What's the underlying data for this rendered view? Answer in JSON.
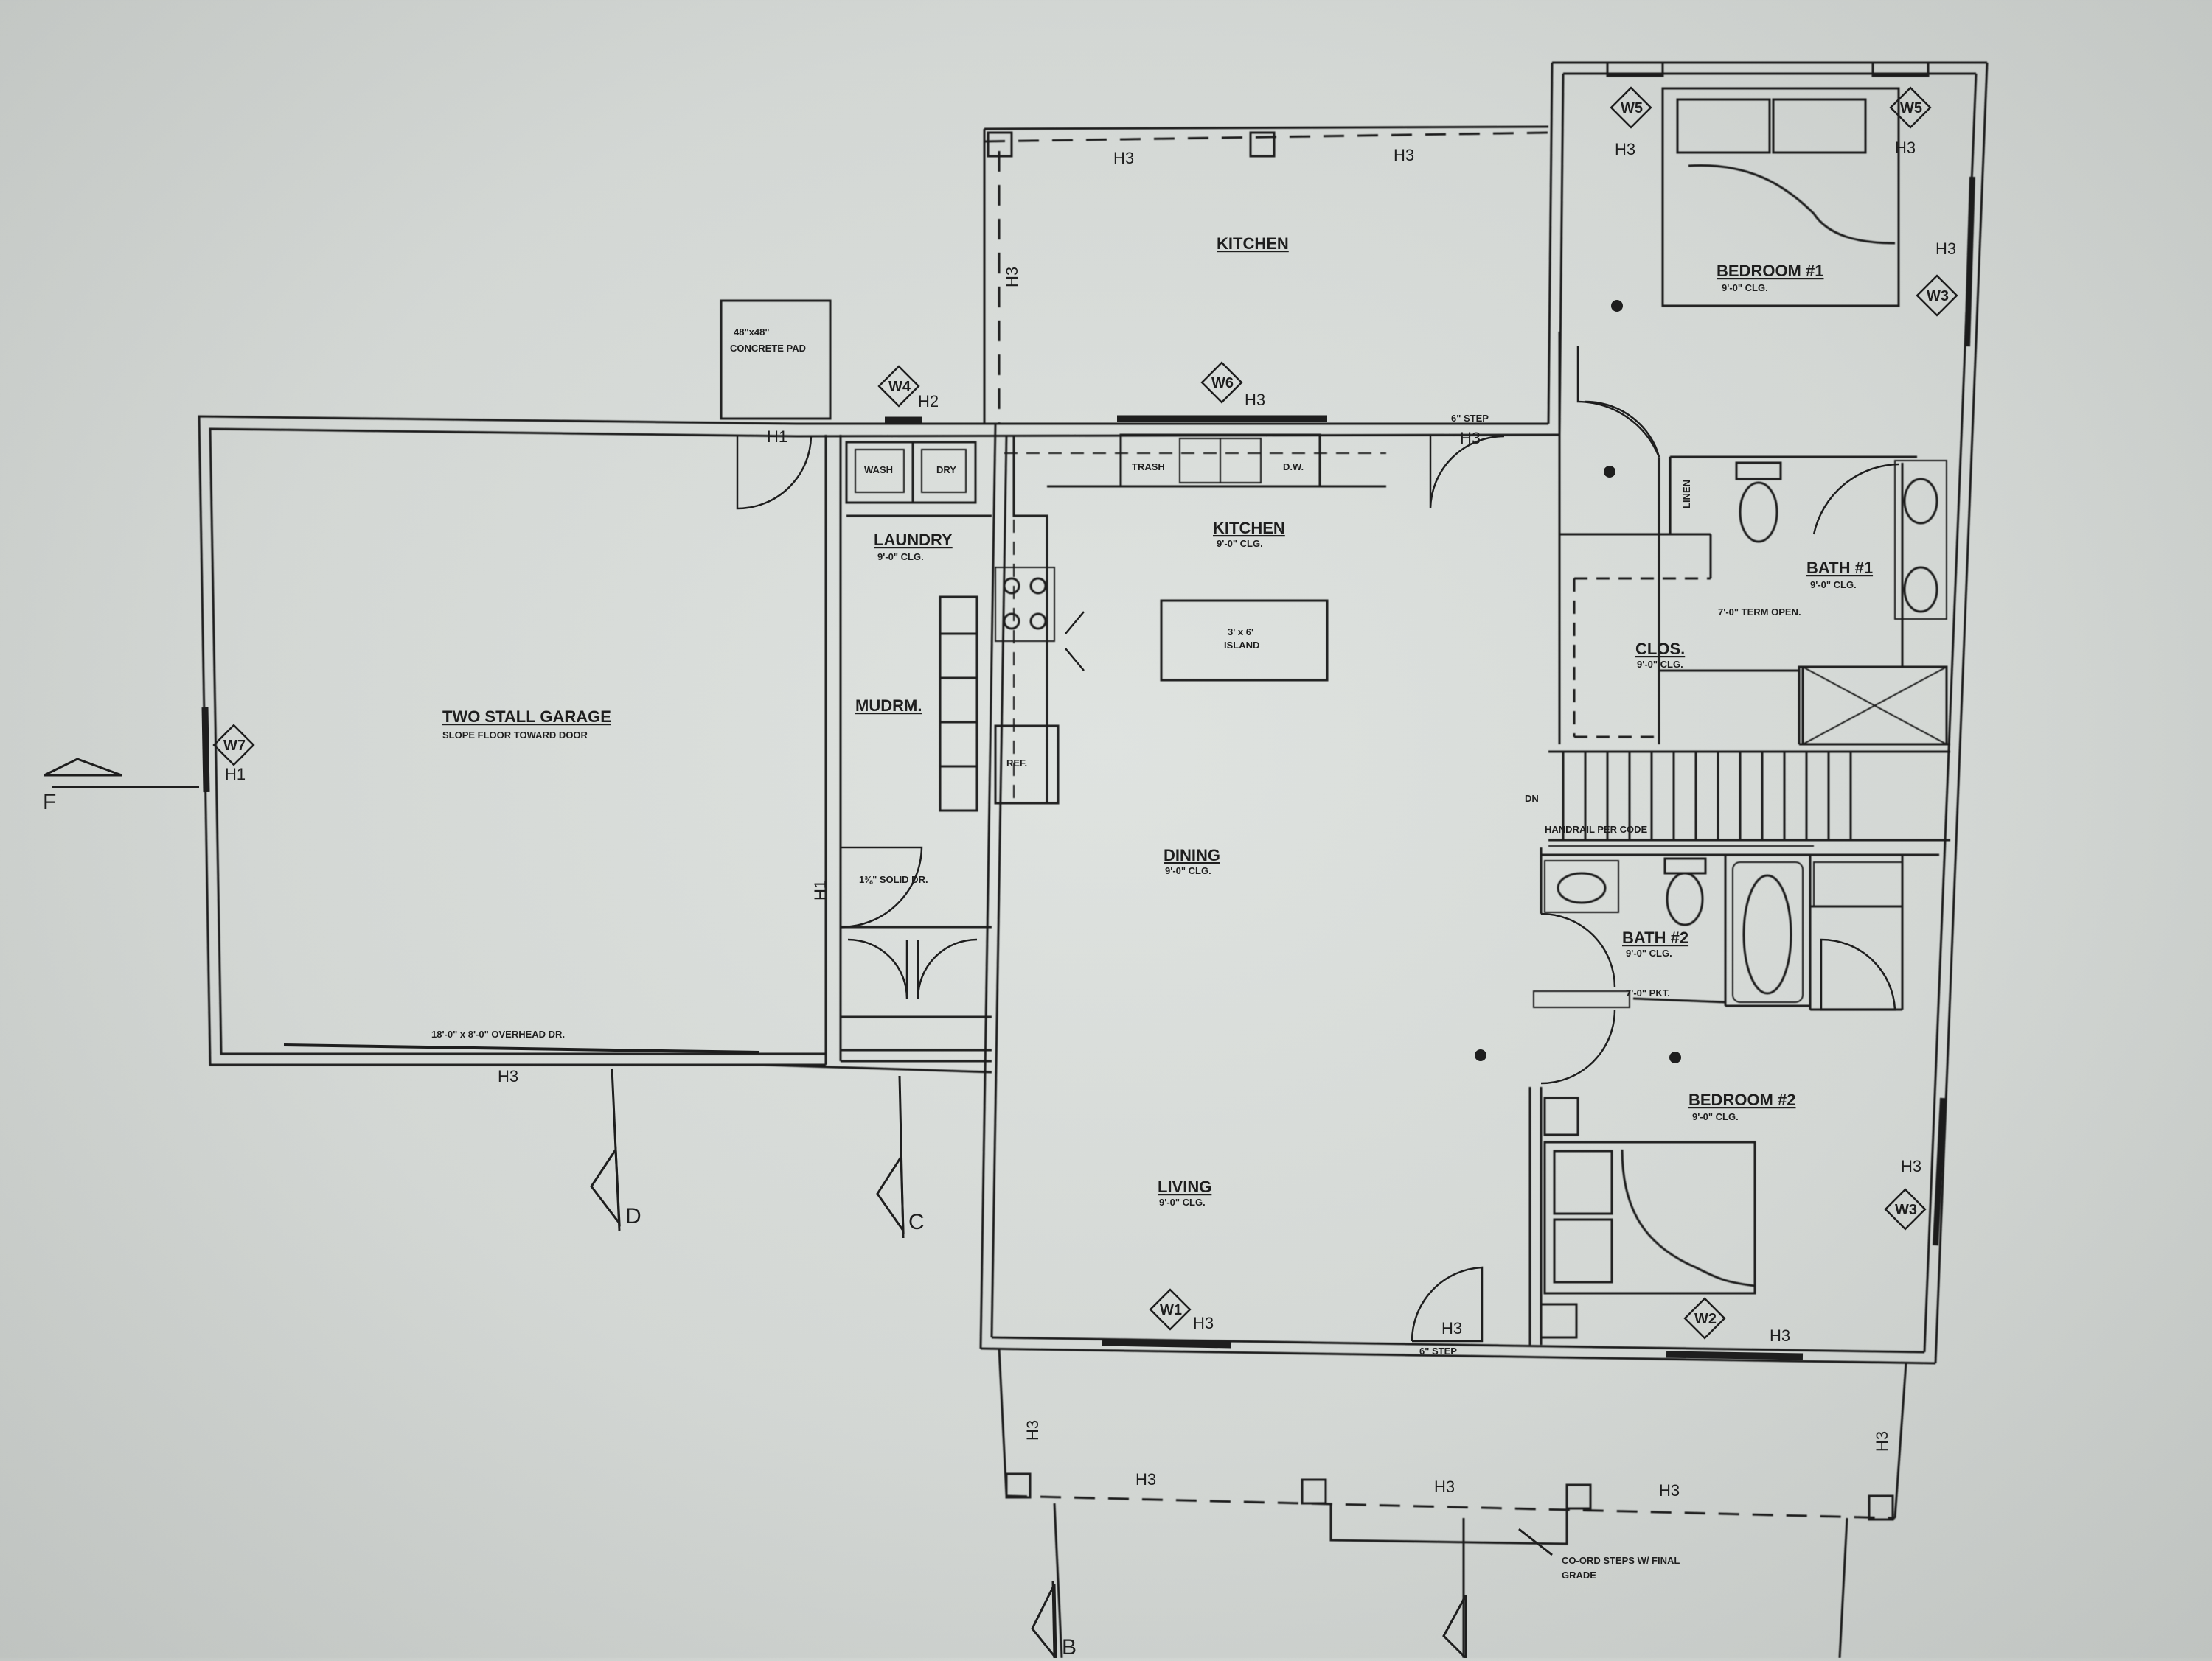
{
  "rooms": {
    "kitchen_porch": "KITCHEN",
    "kitchen": "KITCHEN",
    "kitchen_ceiling": "9'-0\" CLG.",
    "island": "3' x 6'",
    "island_sub": "ISLAND",
    "laundry": "LAUNDRY",
    "laundry_ceiling": "9'-0\" CLG.",
    "mudroom": "MUDRM.",
    "garage": "TWO STALL GARAGE",
    "garage_note": "SLOPE FLOOR TOWARD DOOR",
    "overhead_door": "18'-0\" x 8'-0\" OVERHEAD DR.",
    "concrete_pad": "48\"x48\"",
    "concrete_pad_sub": "CONCRETE PAD",
    "dining": "DINING",
    "dining_ceiling": "9'-0\" CLG.",
    "living": "LIVING",
    "living_ceiling": "9'-0\" CLG.",
    "bedroom1": "BEDROOM #1",
    "bedroom1_ceiling": "9'-0\" CLG.",
    "bath1": "BATH #1",
    "bath1_ceiling": "9'-0\" CLG.",
    "clos": "CLOS.",
    "clos_ceiling": "9'-0\" CLG.",
    "bath2": "BATH #2",
    "bath2_ceiling": "9'-0\" CLG.",
    "bedroom2": "BEDROOM #2",
    "bedroom2_ceiling": "9'-0\" CLG."
  },
  "fixtures": {
    "wash": "WASH",
    "dry": "DRY",
    "trash": "TRASH",
    "dw": "D.W.",
    "ref": "REF.",
    "linen": "LINEN",
    "solid_door": "1⅜\" SOLID DR.",
    "step1": "6\" STEP",
    "step2": "6\" STEP",
    "dn": "DN",
    "handrail": "HANDRAIL PER CODE",
    "steps_note": "CO-ORD STEPS W/ FINAL",
    "steps_note2": "GRADE",
    "term_open": "7'-0\" TERM OPEN.",
    "pkt": "7'-0\" PKT."
  },
  "windows": {
    "w1": "W1",
    "w2": "W2",
    "w3a": "W3",
    "w3b": "W3",
    "w4": "W4",
    "w5a": "W5",
    "w5b": "W5",
    "w6": "W6",
    "w7": "W7"
  },
  "headers": {
    "h1": "H1",
    "h2": "H2",
    "h3": "H3"
  },
  "sections": {
    "b": "B",
    "c": "C",
    "d": "D",
    "f": "F"
  }
}
